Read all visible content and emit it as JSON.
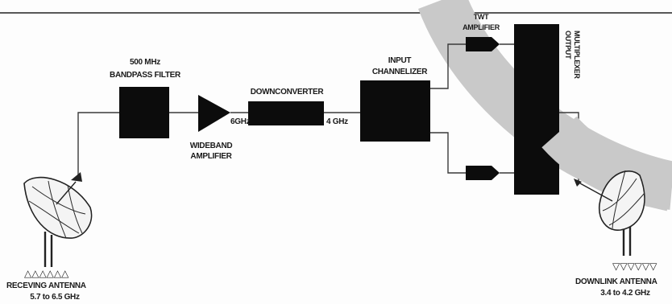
{
  "labels": {
    "bandpass_filter": [
      "500 MHz",
      "BANDPASS FILTER"
    ],
    "wideband_amplifier": [
      "WIDEBAND",
      "AMPLIFIER"
    ],
    "downconverter": "DOWNCONVERTER",
    "freq_6ghz": "6GHz",
    "freq_4ghz": "4 GHz",
    "input_channelizer": [
      "INPUT",
      "CHANNELIZER"
    ],
    "twt_amplifier": [
      "TWT",
      "AMPLIFIER"
    ],
    "output_multiplexer": [
      "OUTPUT",
      "MULTIPLEXER"
    ],
    "receiving_antenna": [
      "RECEVING ANTENNA",
      "5.7 to 6.5 GHz"
    ],
    "downlink_antenna": [
      "DOWNLINK ANTENNA",
      "3.4 to 4.2 GHz"
    ],
    "receive_symbols": "△△△△△△",
    "downlink_symbols": "▽▽▽▽▽▽"
  },
  "colors": {
    "ink": "#0c0c0c",
    "watermark": "#c9c9c9"
  }
}
